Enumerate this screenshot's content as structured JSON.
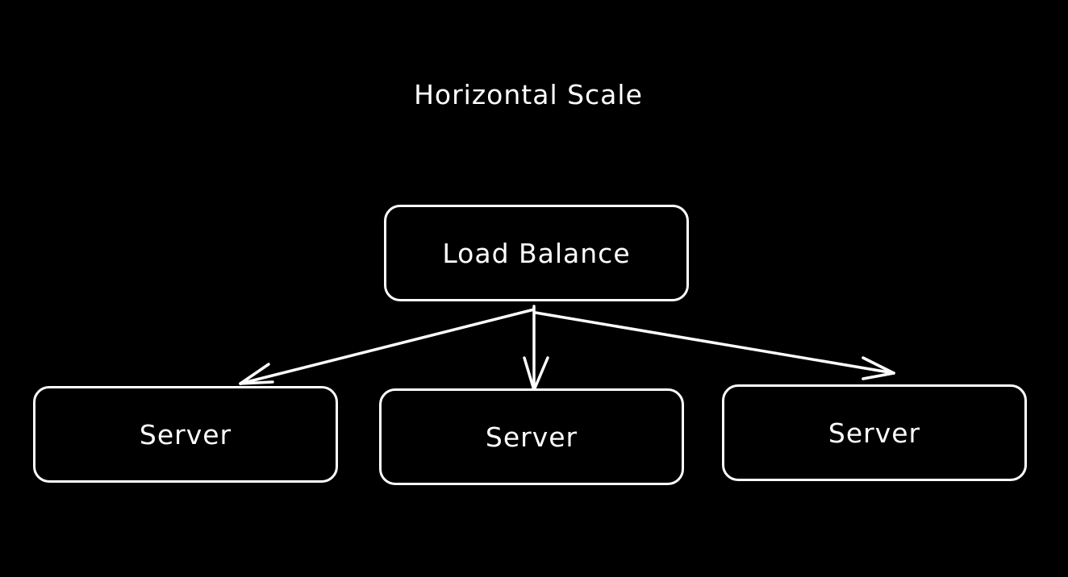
{
  "diagram": {
    "title": "Horizontal Scale",
    "nodes": [
      {
        "id": "load-balance",
        "label": "Load Balance"
      },
      {
        "id": "server-1",
        "label": "Server"
      },
      {
        "id": "server-2",
        "label": "Server"
      },
      {
        "id": "server-3",
        "label": "Server"
      }
    ],
    "edges": [
      {
        "from": "load-balance",
        "to": "server-1"
      },
      {
        "from": "load-balance",
        "to": "server-2"
      },
      {
        "from": "load-balance",
        "to": "server-3"
      }
    ],
    "colors": {
      "background": "#000000",
      "stroke": "#ffffff",
      "text": "#ffffff"
    }
  }
}
